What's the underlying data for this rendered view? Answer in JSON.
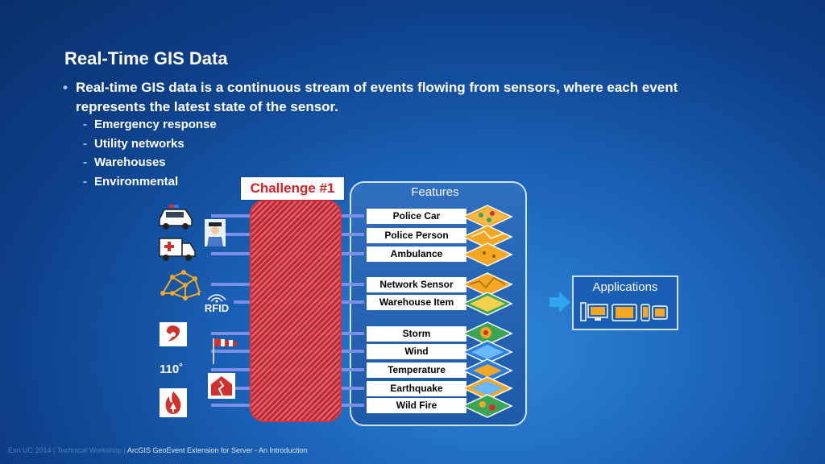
{
  "slide": {
    "title": "Real-Time GIS Data",
    "bullet": "Real-time GIS data is a continuous stream of events flowing from sensors, where each event represents the latest state of the sensor.",
    "sub_bullets": [
      "Emergency response",
      "Utility networks",
      "Warehouses",
      "Environmental"
    ]
  },
  "diagram": {
    "challenge_label": "Challenge #1",
    "features_title": "Features",
    "features": [
      "Police Car",
      "Police Person",
      "Ambulance",
      "Network Sensor",
      "Warehouse Item",
      "Storm",
      "Wind",
      "Temperature",
      "Earthquake",
      "Wild Fire"
    ],
    "applications_title": "Applications",
    "sources": {
      "rfid_label": "RFID",
      "temperature_label": "110˚"
    },
    "icons": [
      "police-car-icon",
      "police-officer-icon",
      "ambulance-icon",
      "network-graph-icon",
      "rfid-icon",
      "storm-icon",
      "windsock-icon",
      "earthquake-icon",
      "wildfire-icon",
      "map-layer-icon",
      "desktop-icon",
      "tablet-icon",
      "phone-icon"
    ]
  },
  "footer": {
    "left": "Esri UC 2014 | Technical Workshop |",
    "right": "ArcGIS GeoEvent Extension for Server - An Introduction"
  }
}
